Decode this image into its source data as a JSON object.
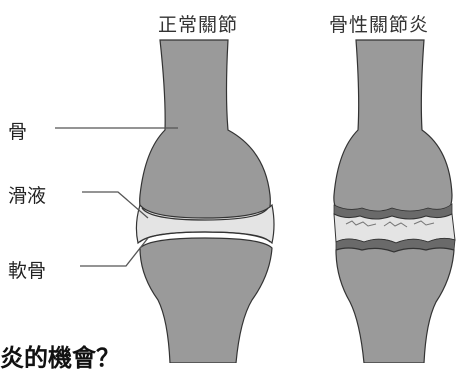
{
  "titles": {
    "normal_joint": "正常關節",
    "osteoarthritis": "骨性關節炎"
  },
  "labels": {
    "bone": "骨",
    "synovial_fluid": "滑液",
    "cartilage": "軟骨"
  },
  "footer_partial_text": "炎的機會？",
  "colors": {
    "bone_fill": "#9a9a9a",
    "outline": "#333333",
    "fluid": "#e4e4e4",
    "cartilage_worn": "#6a6a6a"
  }
}
